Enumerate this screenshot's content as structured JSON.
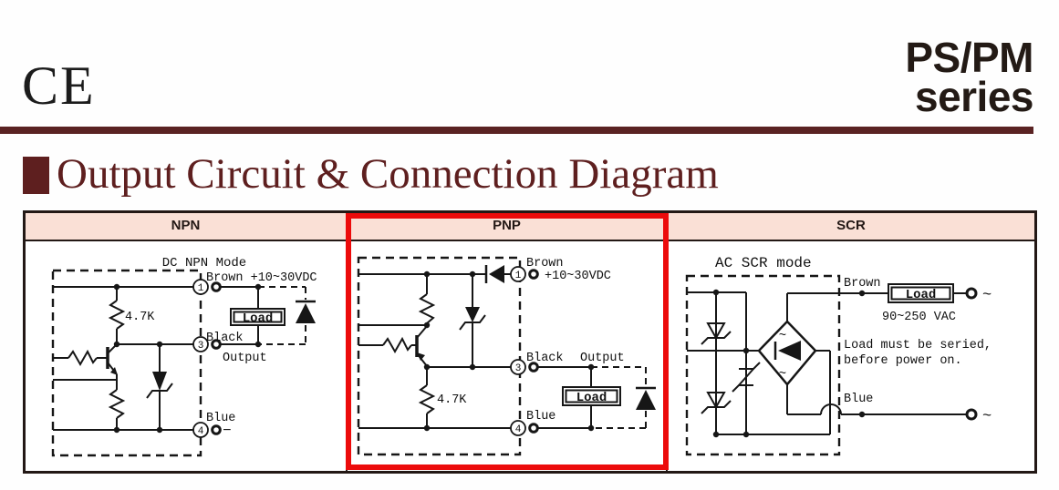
{
  "masthead": {
    "ce": "CE",
    "series_line1": "PS/PM",
    "series_line2": "series"
  },
  "section": {
    "title": "Output Circuit & Connection Diagram"
  },
  "table": {
    "headers": [
      "NPN",
      "PNP",
      "SCR"
    ]
  },
  "colors": {
    "accent_maroon": "#5e1f1f",
    "highlight_red": "#ec0b0b",
    "header_pink": "#fae0d6",
    "line_dark": "#231815"
  },
  "npn": {
    "title": "DC NPN Mode",
    "t1": "1",
    "t3": "3",
    "t4": "4",
    "brown": "Brown +10~30VDC",
    "black": "Black",
    "output": "Output",
    "blue": "Blue",
    "minus": "−",
    "resistor": "4.7K",
    "load": "Load"
  },
  "pnp": {
    "t1": "1",
    "t3": "3",
    "t4": "4",
    "brown": "Brown",
    "vdc": "+10~30VDC",
    "black": "Black",
    "output": "Output",
    "blue": "Blue",
    "resistor": "4.7K",
    "load": "Load"
  },
  "scr": {
    "title": "AC SCR mode",
    "brown": "Brown",
    "load": "Load",
    "vac": "90~250 VAC",
    "note1": "Load must be seried,",
    "note2": "before power on.",
    "blue": "Blue",
    "tilde": "~"
  }
}
